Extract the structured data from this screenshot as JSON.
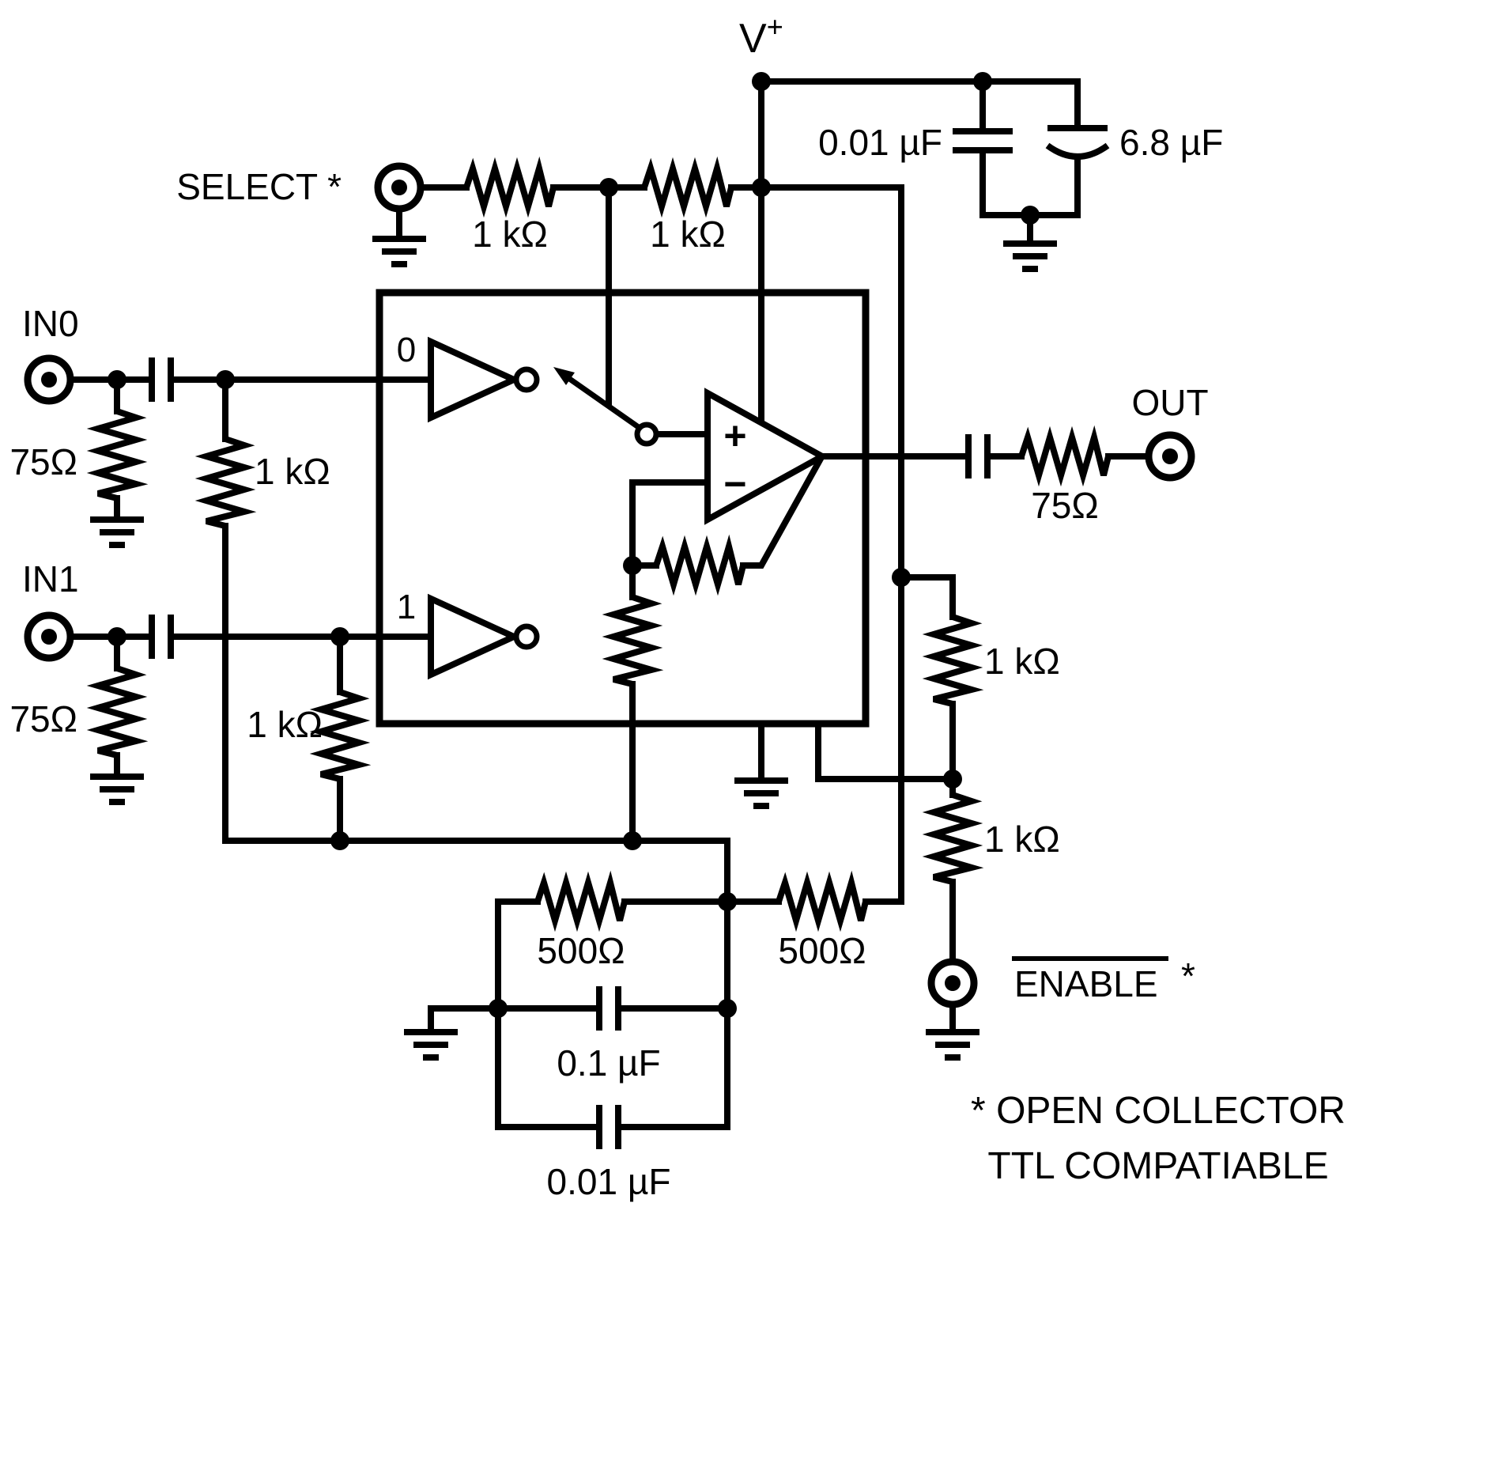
{
  "title": "Two-input video multiplexer cable driver schematic",
  "power": {
    "v_label": "V",
    "v_sup": "+",
    "cap1": "0.01 µF",
    "cap2": "6.8 µF"
  },
  "select": {
    "label": "SELECT *",
    "r1": "1 kΩ",
    "r2": "1 kΩ"
  },
  "inputs": {
    "in0": {
      "label": "IN0",
      "term": "75Ω",
      "rin": "1 kΩ",
      "buf": "0"
    },
    "in1": {
      "label": "IN1",
      "term": "75Ω",
      "rin": "1 kΩ",
      "buf": "1"
    }
  },
  "opamp": {
    "plus": "+",
    "minus": "−"
  },
  "output": {
    "label": "OUT",
    "r": "75Ω"
  },
  "enable": {
    "label": "ENABLE",
    "star": "*",
    "r_upper": "1 kΩ",
    "r_lower": "1 kΩ"
  },
  "bias": {
    "r1": "500Ω",
    "r2": "500Ω",
    "c1": "0.1 µF",
    "c2": "0.01 µF"
  },
  "note": {
    "line1": "* OPEN COLLECTOR",
    "line2": "TTL COMPATIABLE"
  }
}
